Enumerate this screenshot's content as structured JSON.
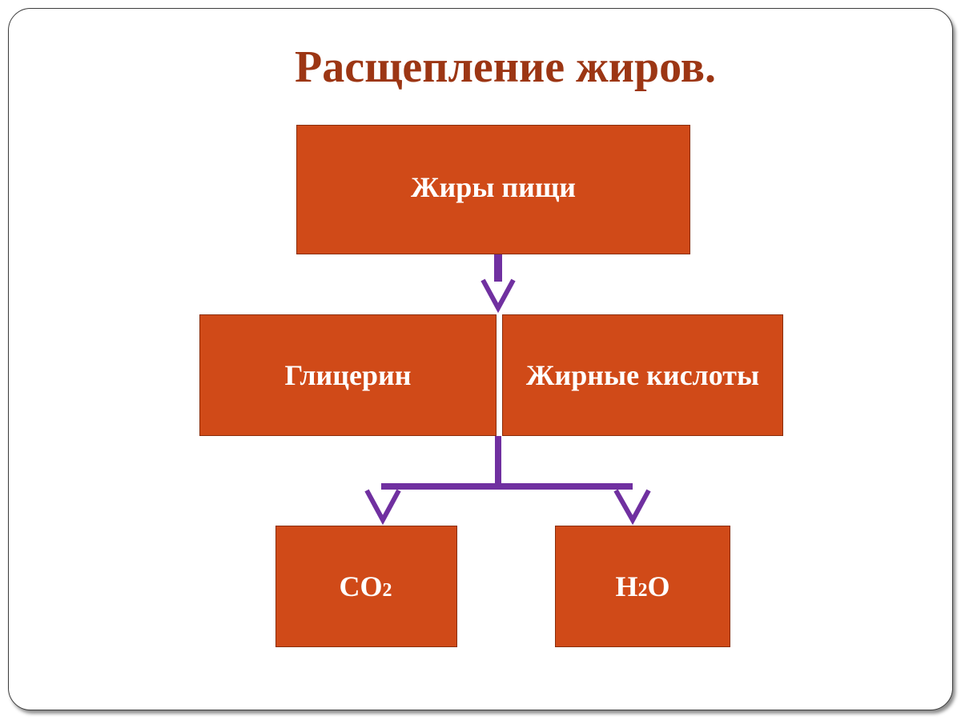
{
  "slide": {
    "title": "Расщепление жиров.",
    "top_box": {
      "label": "Жиры пищи"
    },
    "middle_left_box": {
      "label": "Глицерин"
    },
    "middle_right_box": {
      "label": "Жирные кислоты"
    },
    "bottom_left_box": {
      "text": "CO",
      "subscript": "2"
    },
    "bottom_right_box": {
      "text_before": "H",
      "subscript": "2",
      "text_after": "O"
    }
  },
  "colors": {
    "title": "#9c3614",
    "box_fill": "#d04a18",
    "box_text": "#ffffff",
    "connector": "#7030a0"
  }
}
